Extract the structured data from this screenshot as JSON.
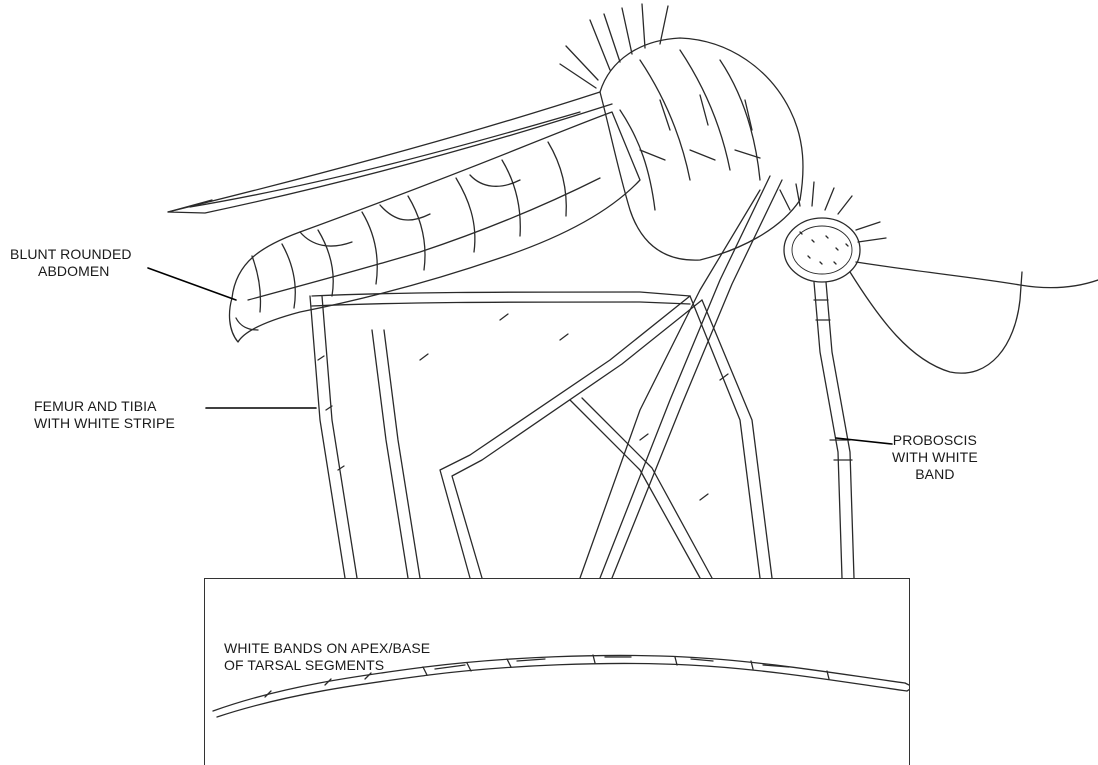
{
  "labels": {
    "abdomen": {
      "line1": "BLUNT ROUNDED",
      "line2": "ABDOMEN"
    },
    "femur": {
      "line1": "FEMUR AND TIBIA",
      "line2": "WITH WHITE STRIPE"
    },
    "proboscis": {
      "line1": "PROBOSCIS",
      "line2": "WITH WHITE",
      "line3": "BAND"
    },
    "tarsal": {
      "line1": "WHITE BANDS ON APEX/BASE",
      "line2": "OF TARSAL SEGMENTS"
    }
  },
  "colors": {
    "line": "#2a2a2a",
    "background": "#ffffff"
  }
}
